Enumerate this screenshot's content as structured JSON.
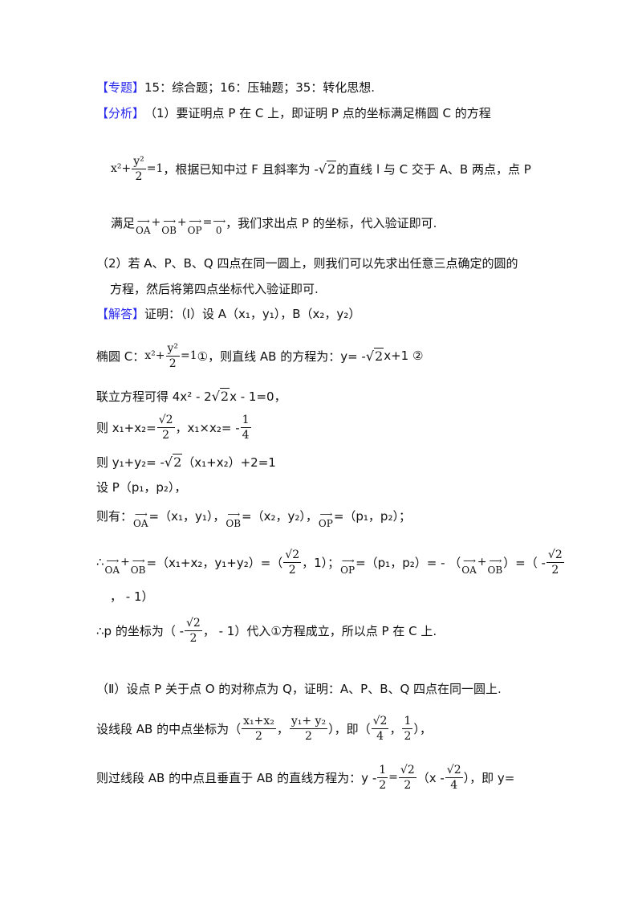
{
  "colors": {
    "label": "#2a2aee",
    "text": "#111111"
  },
  "lines": [
    {
      "segs": [
        {
          "b": "【专题】"
        },
        {
          "t": "15：综合题；16：压轴题；35：转化思想."
        }
      ]
    },
    {
      "segs": [
        {
          "b": "【分析】"
        },
        {
          "t": "（1）要证明点 P 在 C 上，即证明 P 点的坐标满足椭圆 C 的方程"
        }
      ]
    },
    {
      "segs": [
        {
          "m": "x²+"
        },
        {
          "f": [
            "y²",
            "2"
          ]
        },
        {
          "m": "=1"
        },
        {
          "t": "，根据已知中过 F 且斜率为 - "
        },
        {
          "s": "2"
        },
        {
          "t": "的直线 l 与 C 交于 A、B 两点，点 P"
        }
      ]
    },
    {
      "segs": [
        {
          "t": "满足"
        },
        {
          "v": "OA"
        },
        {
          "m": "+"
        },
        {
          "v": "OB"
        },
        {
          "m": "+"
        },
        {
          "v": "OP"
        },
        {
          "m": "="
        },
        {
          "v": "0"
        },
        {
          "t": "，我们求出点 P 的坐标，代入验证即可."
        }
      ]
    },
    {
      "segs": [
        {
          "t": "（2）若 A、P、B、Q 四点在同一圆上，则我们可以先求出任意三点确定的圆的"
        }
      ]
    },
    {
      "segs": [
        {
          "t": "方程，然后将第四点坐标代入验证即可."
        }
      ]
    },
    {
      "segs": [
        {
          "b": "【解答】"
        },
        {
          "t": "证明：（Ⅰ）设 A（x₁，y₁），B（x₂，y₂）"
        }
      ]
    },
    {
      "segs": [
        {
          "t": "椭圆 C：  "
        },
        {
          "m": "x²+"
        },
        {
          "f": [
            "y²",
            "2"
          ]
        },
        {
          "m": "=1"
        },
        {
          "t": "①，则直线 AB 的方程为：y= - "
        },
        {
          "s": "2"
        },
        {
          "t": "x+1 ②"
        }
      ]
    },
    {
      "segs": [
        {
          "t": "联立方程可得 4x² - 2"
        },
        {
          "s": "2"
        },
        {
          "t": "x - 1=0，"
        }
      ]
    },
    {
      "segs": [
        {
          "t": "则 x₁+x₂="
        },
        {
          "f": [
            "√2",
            "2"
          ]
        },
        {
          "t": "，x₁×x₂= - "
        },
        {
          "f": [
            "1",
            "4"
          ]
        }
      ]
    },
    {
      "segs": [
        {
          "t": "则 y₁+y₂= - "
        },
        {
          "s": "2"
        },
        {
          "t": "（x₁+x₂）+2=1"
        }
      ]
    },
    {
      "segs": [
        {
          "t": "设 P（p₁，p₂），"
        }
      ]
    },
    {
      "segs": [
        {
          "t": "则有："
        },
        {
          "v": "OA"
        },
        {
          "t": "=（x₁，y₁），"
        },
        {
          "v": "OB"
        },
        {
          "t": "=（x₂，y₂），"
        },
        {
          "v": "OP"
        },
        {
          "t": "=（p₁，p₂）；"
        }
      ]
    },
    {
      "segs": [
        {
          "t": "∴"
        },
        {
          "v": "OA"
        },
        {
          "m": "+"
        },
        {
          "v": "OB"
        },
        {
          "t": "=（x₁+x₂，y₁+y₂）=（"
        },
        {
          "f": [
            "√2",
            "2"
          ]
        },
        {
          "t": "，1）；"
        },
        {
          "v": "OP"
        },
        {
          "t": "=（p₁，p₂）= - （"
        },
        {
          "v": "OA"
        },
        {
          "m": "+"
        },
        {
          "v": "OB"
        },
        {
          "t": "）=（ - "
        },
        {
          "f": [
            "√2",
            "2"
          ]
        }
      ]
    },
    {
      "segs": [
        {
          "t": "， - 1）"
        }
      ]
    },
    {
      "segs": [
        {
          "t": "∴p 的坐标为（ - "
        },
        {
          "f": [
            "√2",
            "2"
          ]
        },
        {
          "t": "， - 1）代入①方程成立，所以点 P 在 C 上."
        }
      ]
    },
    {
      "segs": [
        {
          "t": "（Ⅱ）设点 P 关于点 O 的对称点为 Q，证明：A、P、B、Q 四点在同一圆上."
        }
      ]
    },
    {
      "segs": [
        {
          "t": "设线段 AB 的中点坐标为（"
        },
        {
          "f": [
            "x₁+x₂",
            "2"
          ]
        },
        {
          "t": "，"
        },
        {
          "f": [
            "y₁+ y₂",
            "2"
          ]
        },
        {
          "t": "），即（"
        },
        {
          "f": [
            "√2",
            "4"
          ]
        },
        {
          "t": "，"
        },
        {
          "f": [
            "1",
            "2"
          ]
        },
        {
          "t": "），"
        }
      ]
    },
    {
      "segs": [
        {
          "t": "则过线段 AB 的中点且垂直于 AB 的直线方程为：y - "
        },
        {
          "f": [
            "1",
            "2"
          ]
        },
        {
          "m": "="
        },
        {
          "f": [
            "√2",
            "2"
          ]
        },
        {
          "t": "（x - "
        },
        {
          "f": [
            "√2",
            "4"
          ]
        },
        {
          "t": "），即 y="
        }
      ]
    }
  ]
}
